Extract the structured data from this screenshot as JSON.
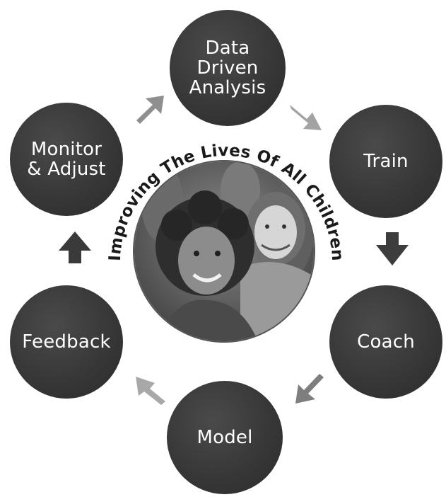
{
  "center": {
    "heading": "Improving The Lives Of All Children"
  },
  "cycle": [
    {
      "id": "data",
      "label": "Data\nDriven\nAnalysis"
    },
    {
      "id": "train",
      "label": "Train"
    },
    {
      "id": "coach",
      "label": "Coach"
    },
    {
      "id": "model",
      "label": "Model"
    },
    {
      "id": "feedback",
      "label": "Feedback"
    },
    {
      "id": "monitor",
      "label": "Monitor\n& Adjust"
    }
  ],
  "colors": {
    "node": "#363636",
    "arrow_light": "#9a9a9a",
    "arrow_mid": "#7e7e7e",
    "arrow_dark": "#3a3a3a",
    "heading": "#1a1a1a"
  }
}
